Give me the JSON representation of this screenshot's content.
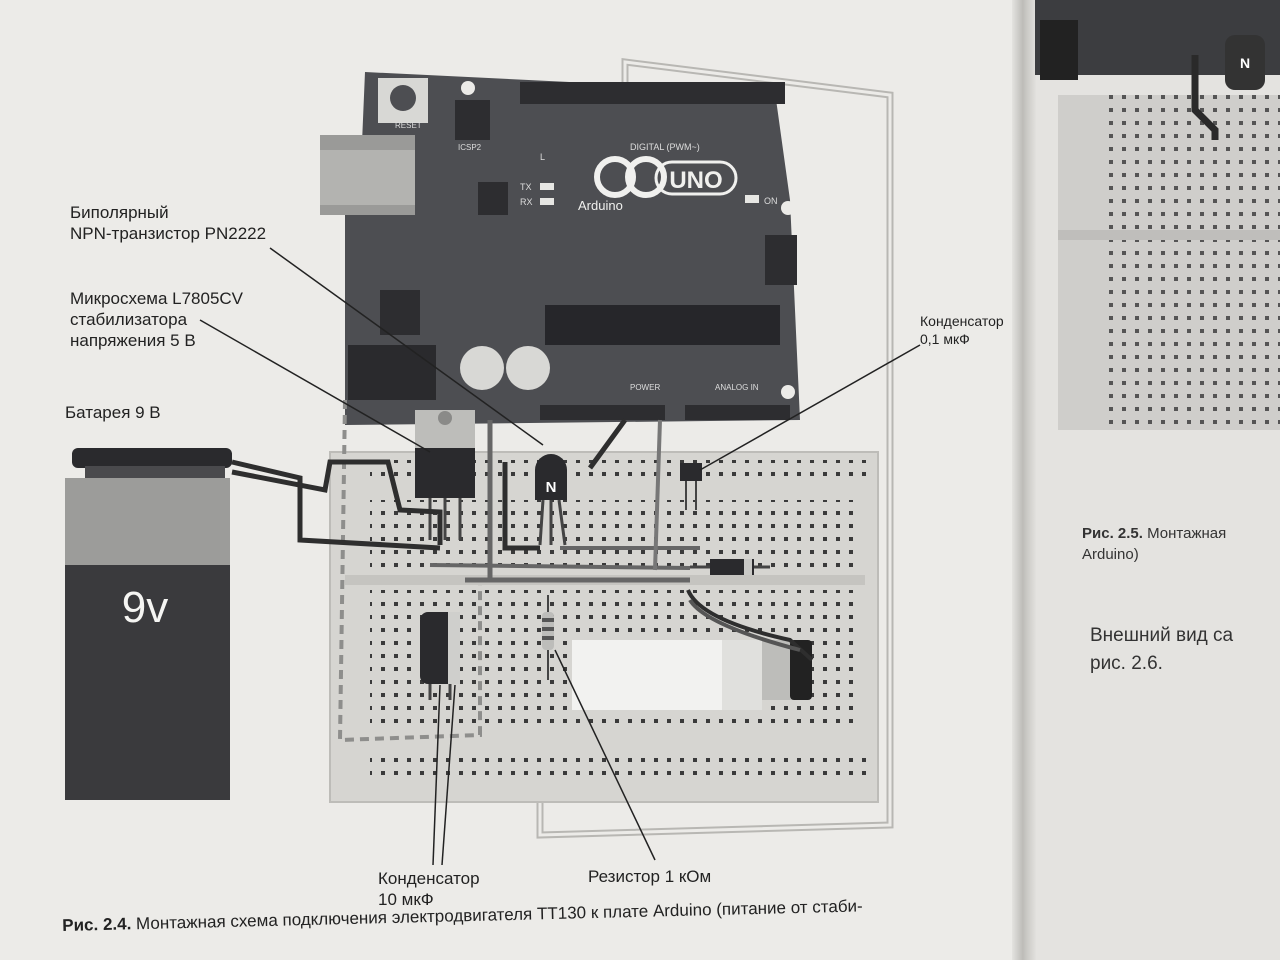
{
  "labels": {
    "transistor": "Биполярный\nNPN-транзистор PN2222",
    "regulator": "Микросхема L7805CV\nстабилизатора\nнапряжения 5 В",
    "battery": "Батарея 9 В",
    "capacitor_small": "Конденсатор\n0,1 мкФ",
    "capacitor_large": "Конденсатор\n10 мкФ",
    "resistor": "Резистор 1 кОм"
  },
  "battery_text": "9v",
  "board": {
    "reset": "RESET",
    "icsp": "ICSP2",
    "logo": "UNO",
    "brand": "Arduino",
    "digital": "DIGITAL (PWM~)",
    "on": "ON",
    "tx": "TX",
    "rx": "RX",
    "l": "L",
    "power": "POWER",
    "analog": "ANALOG IN",
    "transistor_mark": "N"
  },
  "caption": {
    "number": "Рис. 2.4.",
    "text": " Монтажная схема подключения электродвигателя TT130 к плате Arduino (питание от стаби-"
  },
  "right_page": {
    "caption_number": "Рис. 2.5.",
    "caption_text": " Монтажная\nArduino)",
    "body_text": "Внешний вид са\nрис. 2.6.",
    "transistor_mark": "N"
  },
  "colors": {
    "board": "#4d4e52",
    "breadboard": "#d6d5d1",
    "wire": "#2e2e2e",
    "accent": "#8a8a8a"
  }
}
